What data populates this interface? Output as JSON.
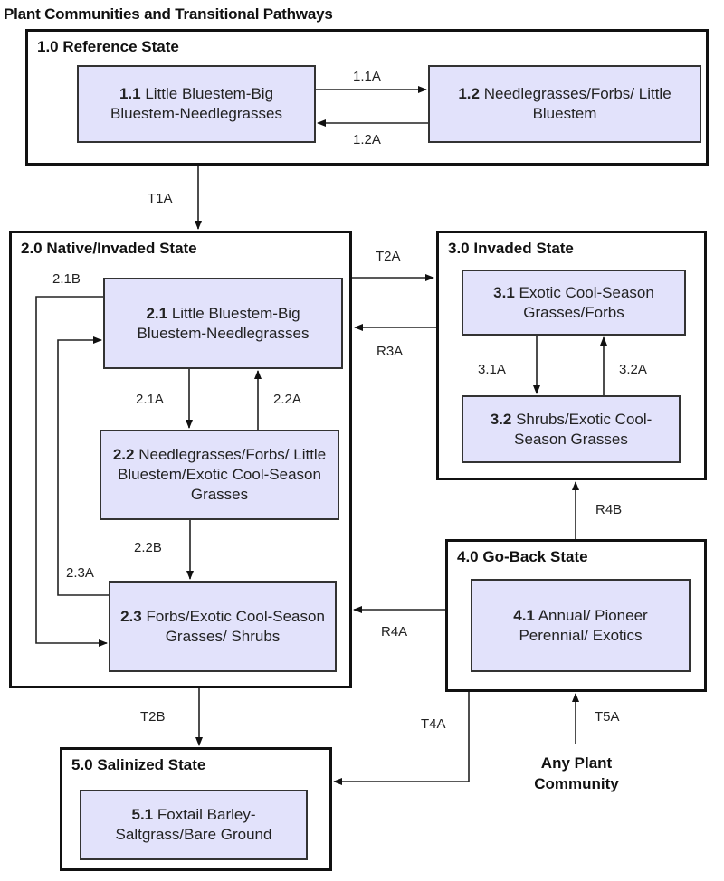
{
  "title": "Plant Communities and Transitional Pathways",
  "states": {
    "s1": {
      "title": "1.0 Reference State"
    },
    "s2": {
      "title": "2.0 Native/Invaded State"
    },
    "s3": {
      "title": "3.0 Invaded State"
    },
    "s4": {
      "title": "4.0 Go-Back State"
    },
    "s5": {
      "title": "5.0 Salinized  State"
    }
  },
  "communities": {
    "c11": {
      "id": "1.1",
      "name": "Little Bluestem-Big Bluestem-Needlegrasses"
    },
    "c12": {
      "id": "1.2",
      "name": "Needlegrasses/Forbs/ Little Bluestem"
    },
    "c21": {
      "id": "2.1",
      "name": "Little Bluestem-Big Bluestem-Needlegrasses"
    },
    "c22": {
      "id": "2.2",
      "name": "Needlegrasses/Forbs/ Little Bluestem/Exotic Cool-Season Grasses"
    },
    "c23": {
      "id": "2.3",
      "name": "Forbs/Exotic Cool-Season Grasses/ Shrubs"
    },
    "c31": {
      "id": "3.1",
      "name": "Exotic Cool-Season Grasses/Forbs"
    },
    "c32": {
      "id": "3.2",
      "name": "Shrubs/Exotic Cool-Season Grasses"
    },
    "c41": {
      "id": "4.1",
      "name": "Annual/ Pioneer Perennial/ Exotics"
    },
    "c51": {
      "id": "5.1",
      "name": "Foxtail Barley-Saltgrass/Bare Ground"
    }
  },
  "pathways": {
    "p11A": "1.1A",
    "p12A": "1.2A",
    "T1A": "T1A",
    "T2A": "T2A",
    "R3A": "R3A",
    "p21A": "2.1A",
    "p22A": "2.2A",
    "p21B": "2.1B",
    "p22B": "2.2B",
    "p23A": "2.3A",
    "p31A": "3.1A",
    "p32A": "3.2A",
    "R4A": "R4A",
    "R4B": "R4B",
    "T2B": "T2B",
    "T4A": "T4A",
    "T5A": "T5A"
  },
  "any_community": "Any Plant Community"
}
